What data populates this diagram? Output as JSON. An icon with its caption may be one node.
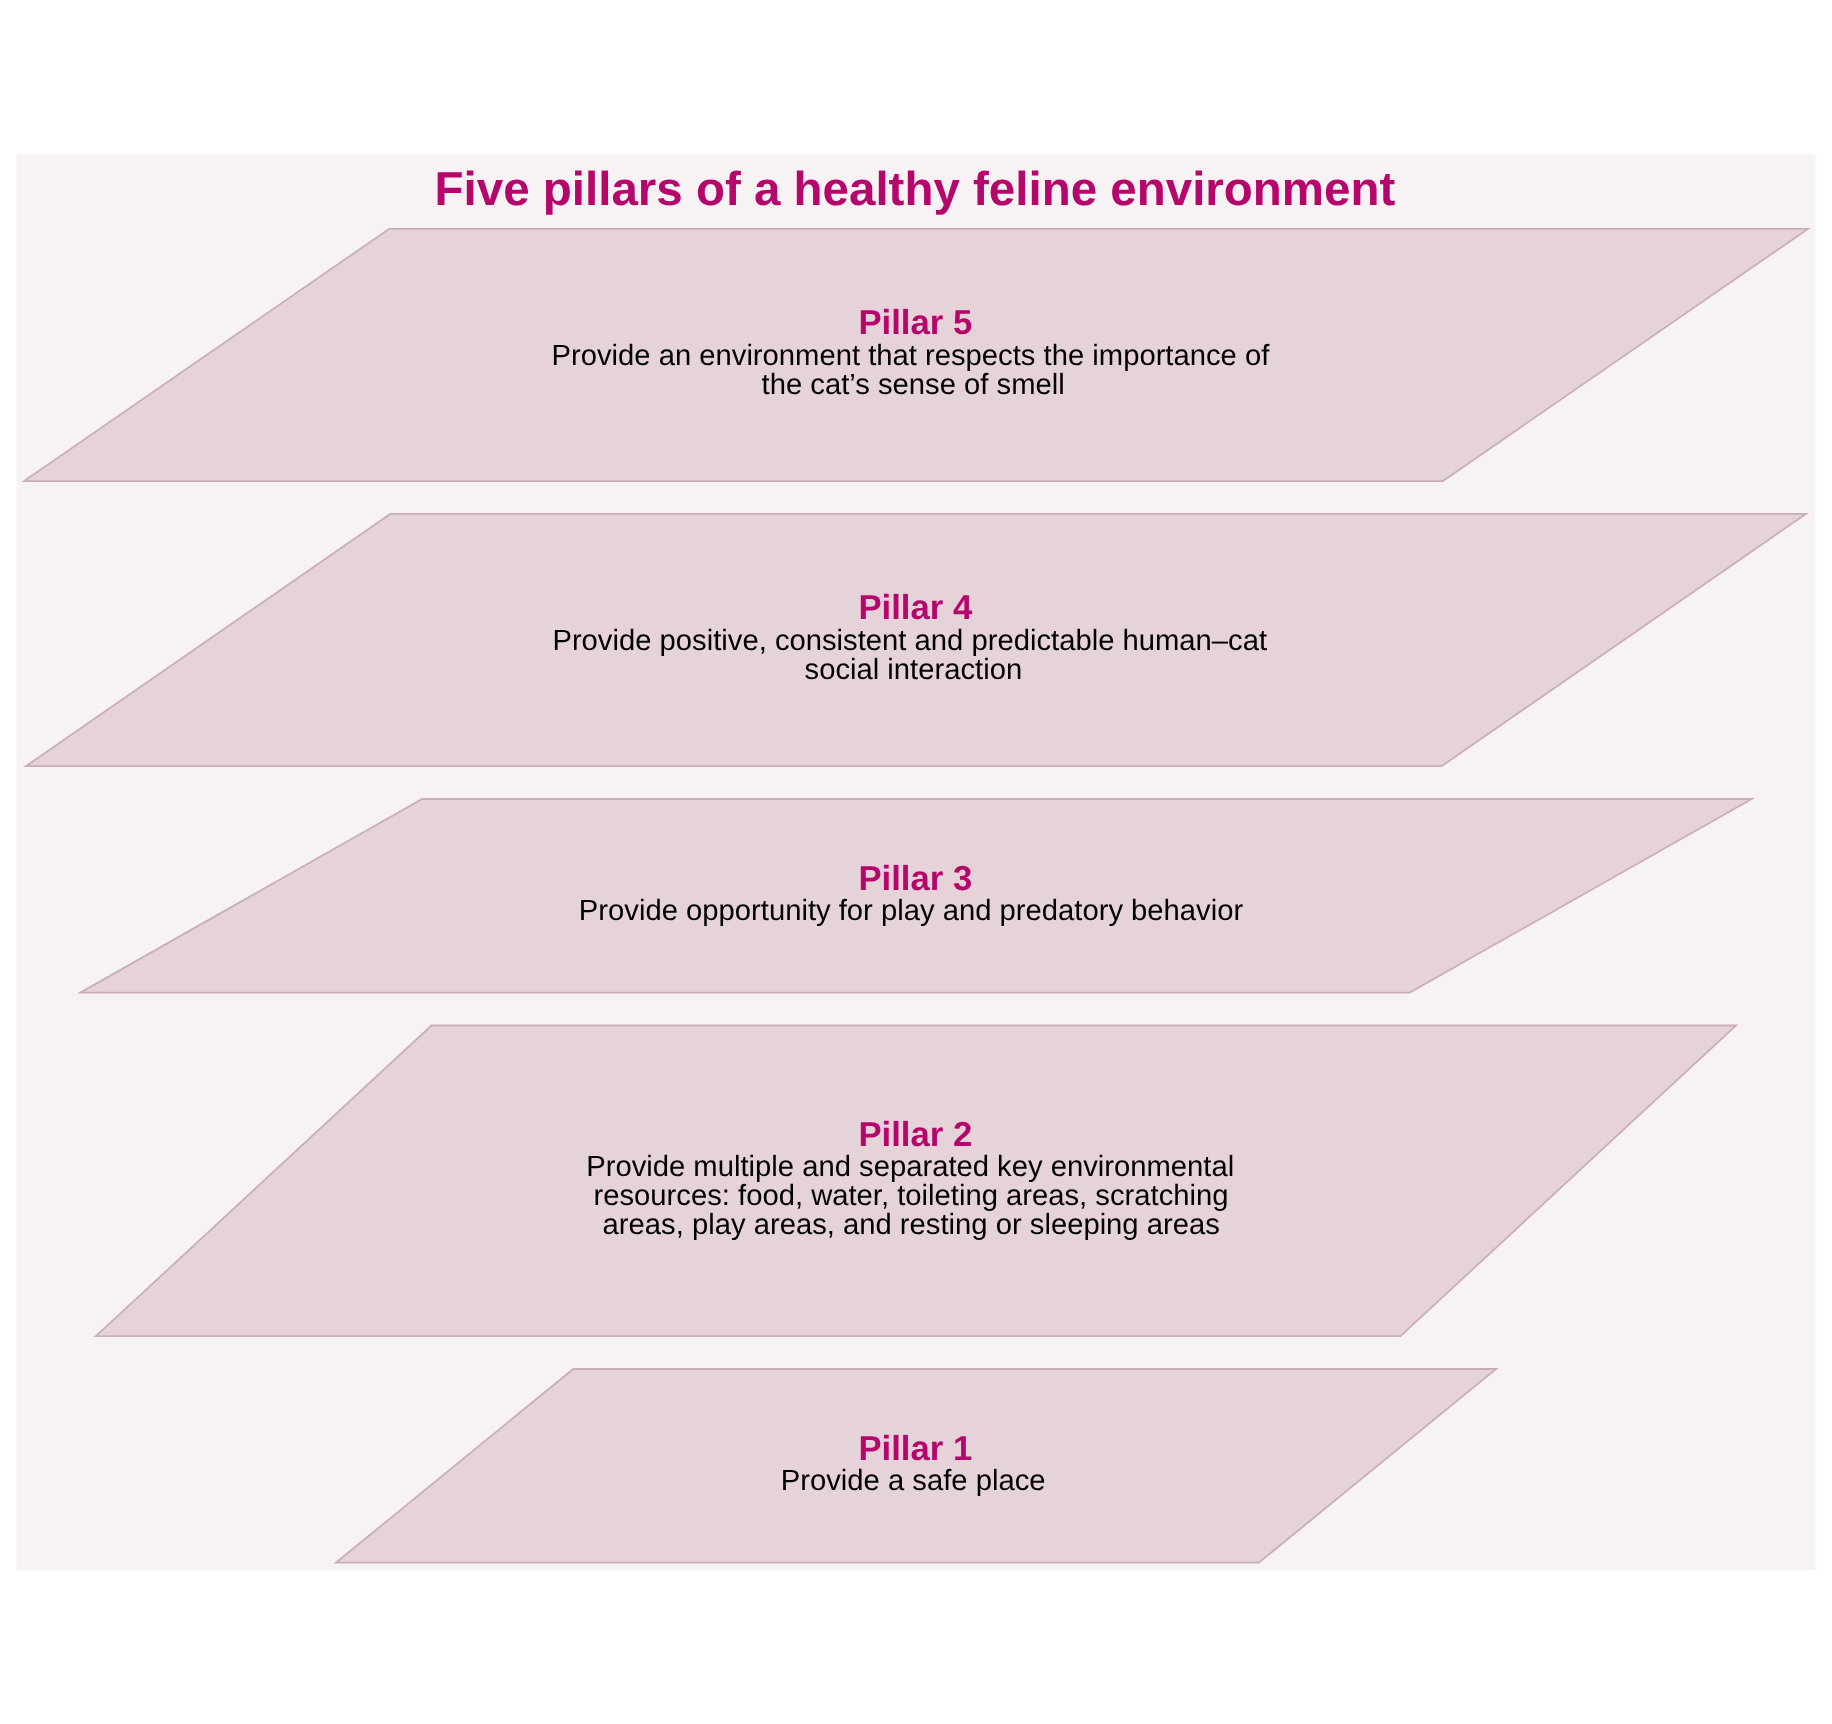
{
  "diagram": {
    "title": "Five pillars of a healthy feline environment",
    "nodes": [
      {
        "text": [
          "Pillar 1",
          "Provide a safe place"
        ]
      },
      {
        "text": [
          "Pillar 2",
          "Provide multiple and separated key environmental resources: food, water, toileting areas, scratching areas, play areas, and resting or sleeping areas"
        ]
      },
      {
        "text": [
          "Pillar 3",
          "Provide opportunity for play and predatory behavior"
        ]
      },
      {
        "text": [
          "Pillar 4",
          "Provide positive, consistent and predictable human–cat social interaction"
        ]
      },
      {
        "text": [
          "Pillar 5",
          "Provide an environment that respects the importance of the cat’s sense of smell"
        ]
      }
    ]
  }
}
